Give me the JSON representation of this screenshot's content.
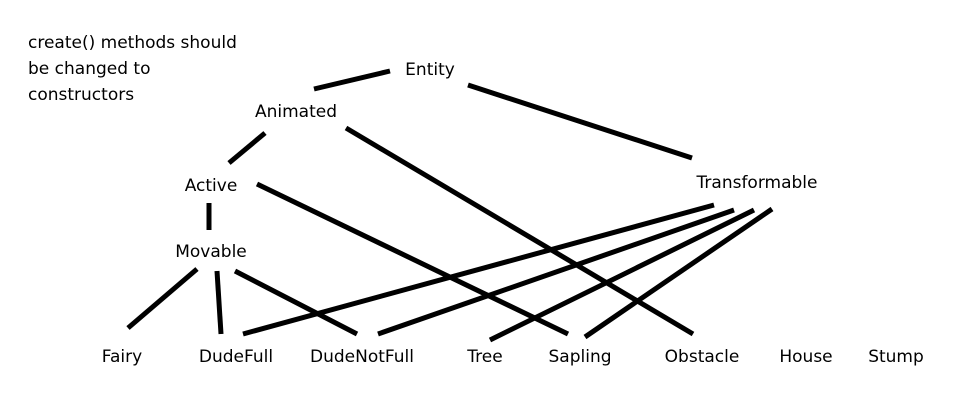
{
  "note": {
    "lines": [
      "create() methods should",
      "be changed to",
      "constructors"
    ]
  },
  "nodes": {
    "entity": "Entity",
    "animated": "Animated",
    "transformable": "Transformable",
    "active": "Active",
    "movable": "Movable",
    "fairy": "Fairy",
    "dude_full": "DudeFull",
    "dude_not_full": "DudeNotFull",
    "tree": "Tree",
    "sapling": "Sapling",
    "obstacle": "Obstacle",
    "house": "House",
    "stump": "Stump"
  },
  "edges": [
    {
      "from": "entity",
      "to": "animated"
    },
    {
      "from": "entity",
      "to": "transformable"
    },
    {
      "from": "animated",
      "to": "active"
    },
    {
      "from": "animated",
      "to": "obstacle"
    },
    {
      "from": "active",
      "to": "movable"
    },
    {
      "from": "active",
      "to": "sapling"
    },
    {
      "from": "movable",
      "to": "fairy"
    },
    {
      "from": "movable",
      "to": "dude_full"
    },
    {
      "from": "movable",
      "to": "dude_not_full"
    },
    {
      "from": "transformable",
      "to": "dude_full"
    },
    {
      "from": "transformable",
      "to": "dude_not_full"
    },
    {
      "from": "transformable",
      "to": "tree"
    },
    {
      "from": "transformable",
      "to": "sapling"
    }
  ],
  "colors": {
    "line": "#000000",
    "text": "#000000",
    "background": "#ffffff"
  }
}
